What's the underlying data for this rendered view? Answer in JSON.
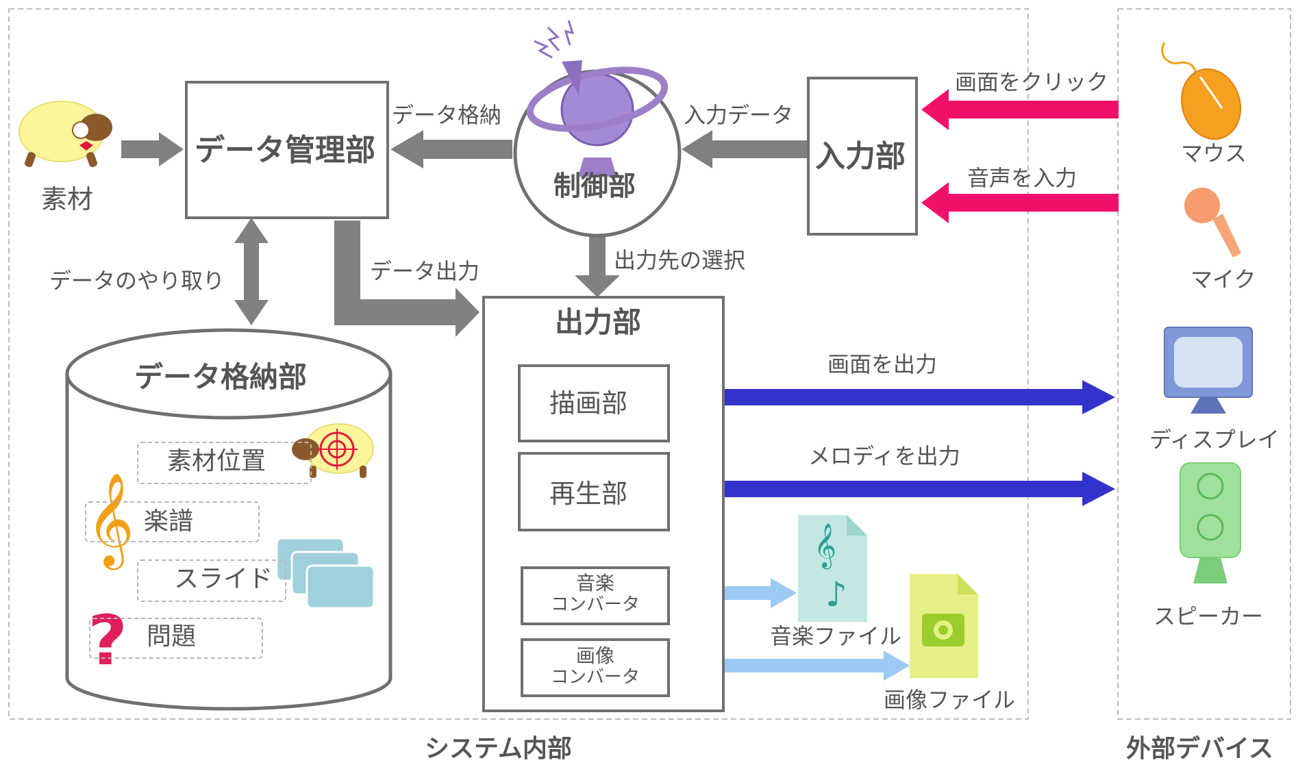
{
  "regions": {
    "system": "システム内部",
    "external": "外部デバイス"
  },
  "components": {
    "data_manager": "データ管理部",
    "controller": "制御部",
    "input": "入力部",
    "output": "出力部",
    "storage": "データ格納部",
    "drawing": "描画部",
    "playback": "再生部",
    "music_converter": [
      "音楽",
      "コンバータ"
    ],
    "image_converter": [
      "画像",
      "コンバータ"
    ]
  },
  "storage_items": [
    "素材位置",
    "楽譜",
    "スライド",
    "問題"
  ],
  "material": "素材",
  "arrow_labels": {
    "data_store": "データ格納",
    "input_data": "入力データ",
    "data_exchange": "データのやり取り",
    "data_output": "データ出力",
    "output_select": "出力先の選択",
    "click": "画面をクリック",
    "voice_input": "音声を入力",
    "screen_output": "画面を出力",
    "melody_output": "メロディを出力"
  },
  "files": {
    "music": "音楽ファイル",
    "image": "画像ファイル"
  },
  "devices": {
    "mouse": "マウス",
    "mic": "マイク",
    "display": "ディスプレイ",
    "speaker": "スピーカー"
  },
  "colors": {
    "gray_arrow": "#808080",
    "pink_arrow": "#f0106a",
    "blue_arrow": "#3333cc",
    "light_blue_arrow": "#9dcaf5",
    "box_border": "#707070"
  }
}
